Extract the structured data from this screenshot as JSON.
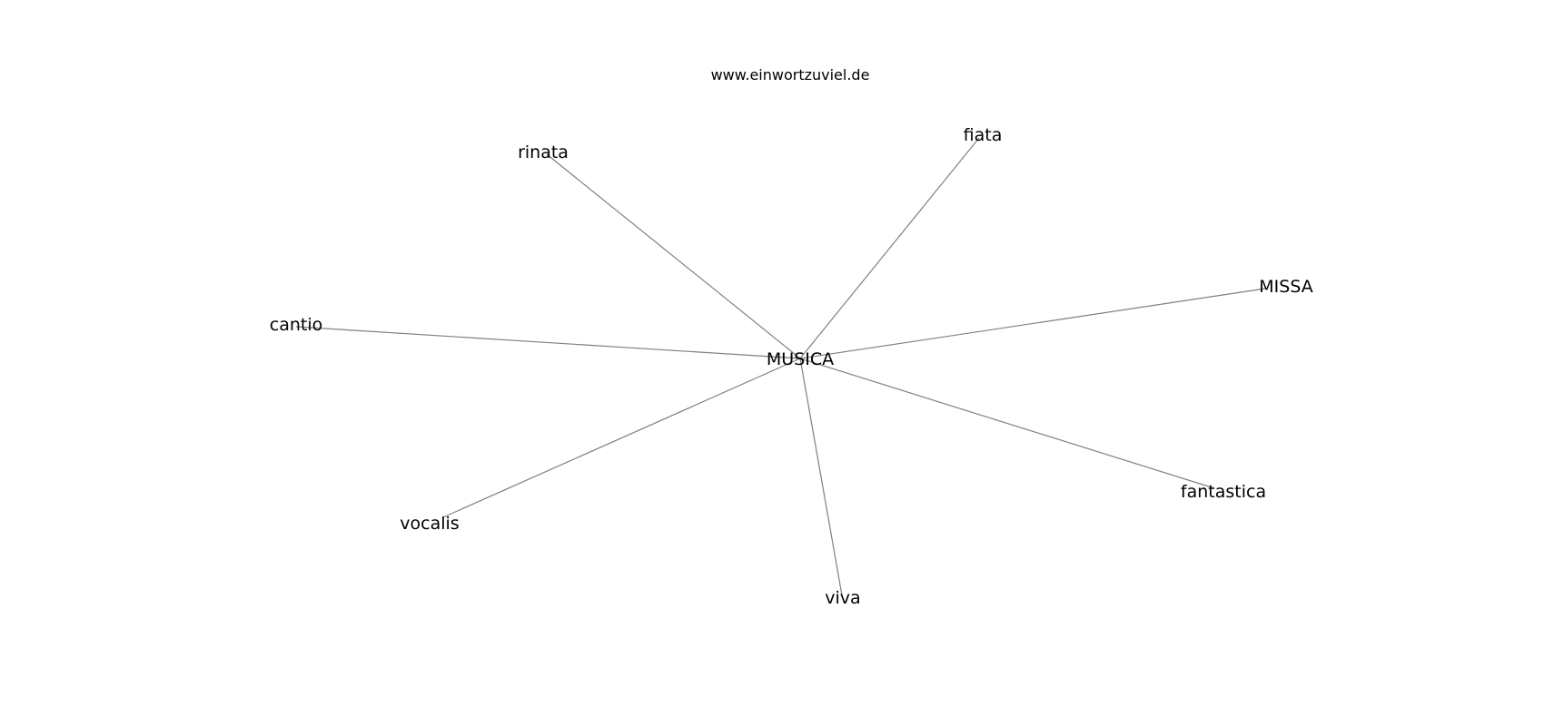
{
  "site": {
    "title": "www.einwortzuviel.de"
  },
  "colors": {
    "edge": "#808080",
    "text": "#000000",
    "background": "#ffffff"
  },
  "graph": {
    "center": "MUSICA",
    "nodes": [
      {
        "id": "musica",
        "label": "MUSICA"
      },
      {
        "id": "rinata",
        "label": "rinata"
      },
      {
        "id": "fiata",
        "label": "fiata"
      },
      {
        "id": "missa",
        "label": "MISSA"
      },
      {
        "id": "cantio",
        "label": "cantio"
      },
      {
        "id": "fantastica",
        "label": "fantastica"
      },
      {
        "id": "vocalis",
        "label": "vocalis"
      },
      {
        "id": "viva",
        "label": "viva"
      }
    ],
    "edges": [
      [
        "musica",
        "rinata"
      ],
      [
        "musica",
        "fiata"
      ],
      [
        "musica",
        "missa"
      ],
      [
        "musica",
        "cantio"
      ],
      [
        "musica",
        "fantastica"
      ],
      [
        "musica",
        "vocalis"
      ],
      [
        "musica",
        "viva"
      ]
    ]
  }
}
